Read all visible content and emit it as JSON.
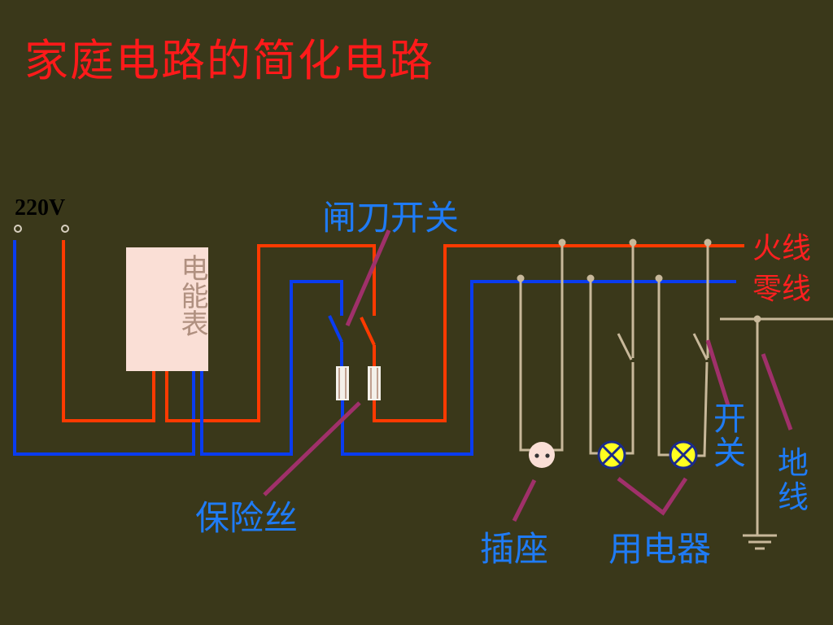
{
  "title": "家庭电路的简化电路",
  "voltage_label": "220V",
  "meter_label": "电能表",
  "labels": {
    "knife_switch": "闸刀开关",
    "fuse": "保险丝",
    "live_wire": "火线",
    "neutral_wire": "零线",
    "switch": "开关",
    "ground_wire": "地线",
    "socket": "插座",
    "appliance": "用电器"
  },
  "colors": {
    "background": "#3a381a",
    "live": "#ff3a00",
    "neutral": "#0a3cf0",
    "branch": "#c8b89a",
    "pointer": "#a0306a",
    "title": "#ff1a1a",
    "label_blue": "#1f7bf5"
  }
}
